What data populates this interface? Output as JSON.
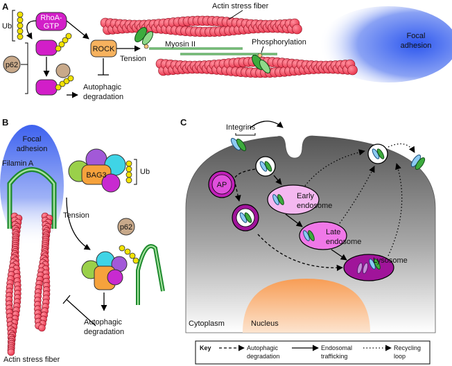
{
  "panels": {
    "a": "A",
    "b": "B",
    "c": "C"
  },
  "panel_a": {
    "ub": "Ub",
    "rhoa_line1": "RhoA-",
    "rhoa_line2": "GTP",
    "p62": "p62",
    "rock": "ROCK",
    "tension": "Tension",
    "myosin": "Myosin II",
    "actin_fiber": "Actin stress fiber",
    "phosphorylation": "Phosphorylation",
    "focal_line1": "Focal",
    "focal_line2": "adhesion",
    "autophagic_line1": "Autophagic",
    "autophagic_line2": "degradation"
  },
  "panel_b": {
    "focal_line1": "Focal",
    "focal_line2": "adhesion",
    "filamin": "Filamin A",
    "bag3": "BAG3",
    "ub": "Ub",
    "tension": "Tension",
    "p62": "p62",
    "autophagic_line1": "Autophagic",
    "autophagic_line2": "degradation",
    "actin_fiber": "Actin stress fiber"
  },
  "panel_c": {
    "integrins": "Integrins",
    "ap": "AP",
    "early_line1": "Early",
    "early_line2": "endosome",
    "late_line1": "Late",
    "late_line2": "endosome",
    "lysosome": "Lysosome",
    "cytoplasm": "Cytoplasm",
    "nucleus": "Nucleus"
  },
  "key": {
    "title": "Key",
    "item1_line1": "Autophagic",
    "item1_line2": "degradation",
    "item2_line1": "Endosomal",
    "item2_line2": "trafficking",
    "item3_line1": "Recycling",
    "item3_line2": "loop"
  },
  "colors": {
    "actin": "#e8324a",
    "magenta": "#d21ec8",
    "rock_fill": "#f7b25e",
    "ub_yellow": "#f2e200",
    "p62_tan": "#c8a98a",
    "bag3_orange": "#f6a23c",
    "focal_blue": "#4a6cf0",
    "endosome_pink": "#f4b8f0",
    "lysosome_purple": "#a0149a",
    "nucleus_orange": "#f7a25e",
    "integrin_green": "#3dab3d"
  }
}
